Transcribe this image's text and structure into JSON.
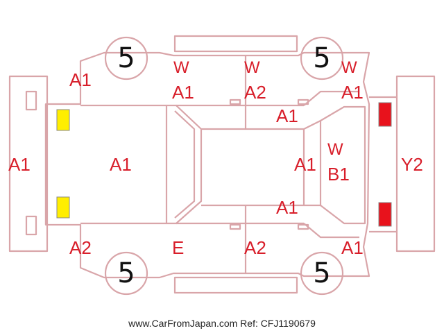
{
  "colors": {
    "label": "#d81e2a",
    "outline": "#d9a5a9",
    "headlight": "#ffee00",
    "taillight": "#e8121c",
    "wheel_text": "#111111"
  },
  "wheels": {
    "front_left": "5",
    "front_right": "5",
    "rear_left": "5",
    "rear_right": "5"
  },
  "labels": {
    "front_bumper": "A1",
    "hood": "A1",
    "front_left_fender": "A1",
    "front_right_fender": "A2",
    "left_front_door_w": "W",
    "left_front_door": "A1",
    "left_rear_door_w": "W",
    "left_rear_door": "A2",
    "left_quarter_w": "W",
    "left_quarter": "A1",
    "roof_upper": "A1",
    "roof_middle": "A1",
    "roof_lower": "A1",
    "right_front_door": "E",
    "right_rear_door": "A2",
    "right_quarter": "A1",
    "trunk_w": "W",
    "trunk": "B1",
    "rear_bumper": "Y2"
  },
  "footer": "www.CarFromJapan.com Ref: CFJ1190679"
}
